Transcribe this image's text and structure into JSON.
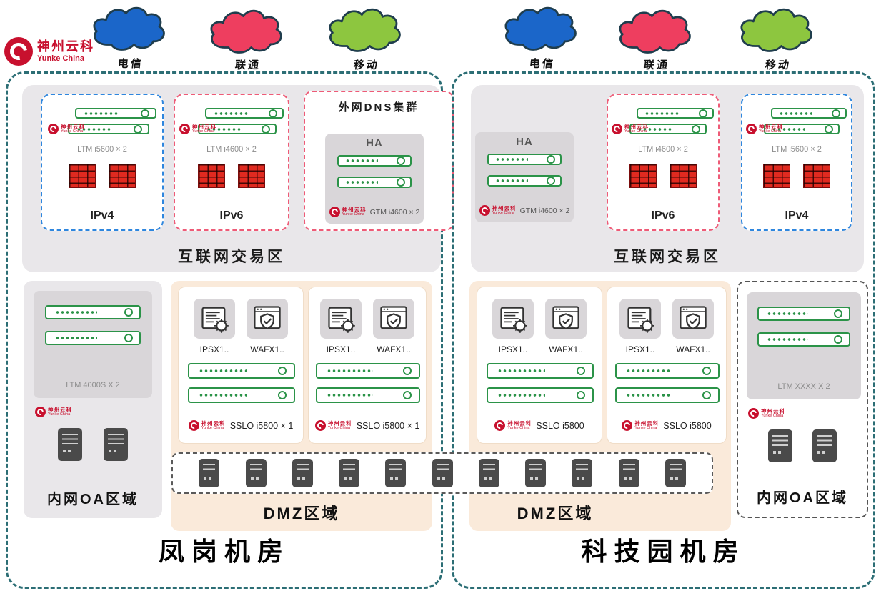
{
  "colors": {
    "telecom_blue": "#1b66c9",
    "unicom_pink": "#ee3e5f",
    "mobile_green": "#8dc63f",
    "dc_border_teal": "#2c6e75",
    "appliance_green": "#2b9348",
    "brand_red": "#c8102e",
    "dmz_peach": "#faeada",
    "firewall_red": "#e02a20"
  },
  "brand": {
    "name": "神州云科",
    "subtitle": "Yunke China"
  },
  "isps": [
    {
      "label": "电信"
    },
    {
      "label": "联通"
    },
    {
      "label": "移动"
    }
  ],
  "dns_cluster_title": "外网DNS集群",
  "dns_ha": {
    "label": "HA",
    "device": "GTM i4600 × 2"
  },
  "dc_left": {
    "name": "凤岗机房",
    "internet_zone_label": "互联网交易区",
    "ipv4": {
      "label": "IPv4",
      "device": "LTM i5600 × 2"
    },
    "ipv6": {
      "label": "IPv6",
      "device": "LTM i4600 × 2"
    },
    "oa_zone": {
      "label": "内网OA区域",
      "device": "LTM 4000S X 2"
    },
    "dmz": {
      "label": "DMZ区域",
      "sslo_boxes": [
        {
          "ips": "IPSX1..",
          "waf": "WAFX1..",
          "label": "SSLO i5800 × 1"
        },
        {
          "ips": "IPSX1..",
          "waf": "WAFX1..",
          "label": "SSLO i5800 × 1"
        }
      ]
    }
  },
  "dc_right": {
    "name": "科技园机房",
    "internet_zone_label": "互联网交易区",
    "ipv6": {
      "label": "IPv6",
      "device": "LTM i4600 × 2"
    },
    "ipv4": {
      "label": "IPv4",
      "device": "LTM i5600 × 2"
    },
    "oa_zone": {
      "label": "内网OA区域",
      "device": "LTM XXXX X 2"
    },
    "dmz": {
      "label": "DMZ区域",
      "sslo_boxes": [
        {
          "ips": "IPSX1..",
          "waf": "WAFX1..",
          "label": "SSLO i5800"
        },
        {
          "ips": "IPSX1..",
          "waf": "WAFX1..",
          "label": "SSLO i5800"
        }
      ]
    }
  }
}
